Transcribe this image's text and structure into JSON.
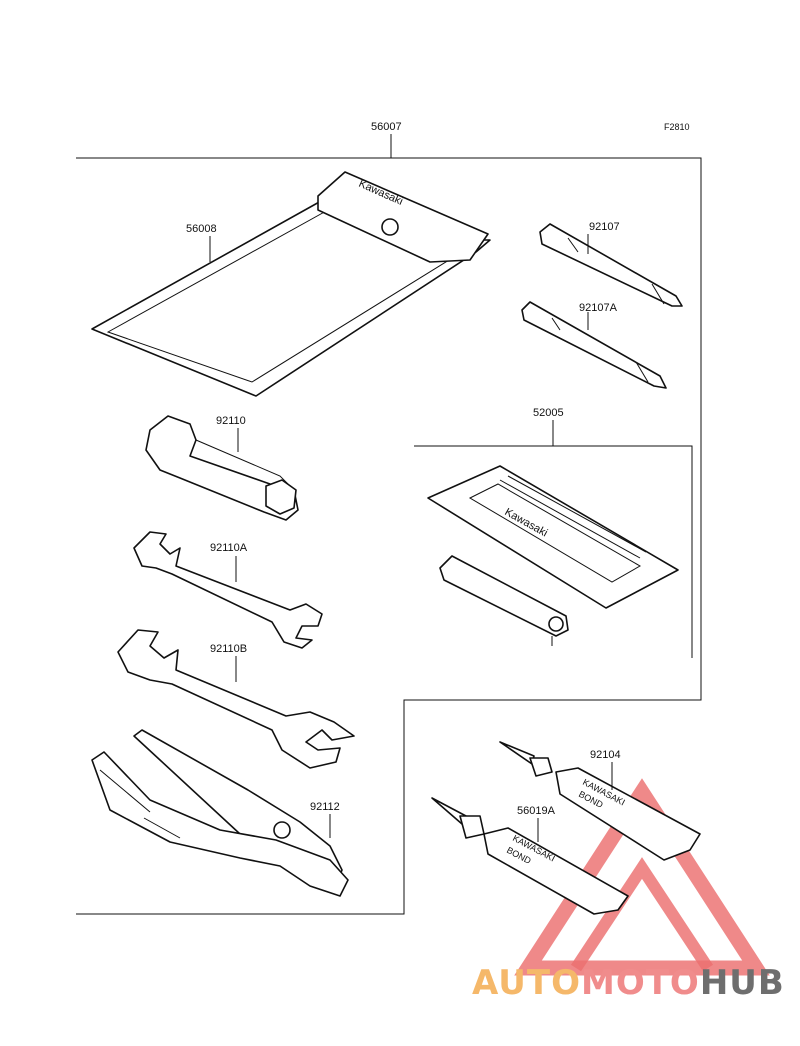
{
  "figure_code": "F2810",
  "parts": {
    "kit": "56007",
    "pouch": "56008",
    "screwdriver_a": "92107",
    "screwdriver_b": "92107A",
    "plug_wrench": "92110",
    "set_parts": "52005",
    "wrench_small": "92110A",
    "wrench_large": "92110B",
    "pliers": "92112",
    "bond_a": "92104",
    "bond_b": "56019A"
  },
  "pouch_brand": "Kawasaki",
  "tube_brand": "KAWASAKI",
  "tube_label": "BOND",
  "watermark": {
    "part1": "AUTO",
    "part2": "MOTO",
    "part3": "HUB",
    "color1": "#f5b86a",
    "color2": "#f08c8c",
    "color3": "#6e6e6e",
    "triangle_color": "#ec6f6f"
  }
}
